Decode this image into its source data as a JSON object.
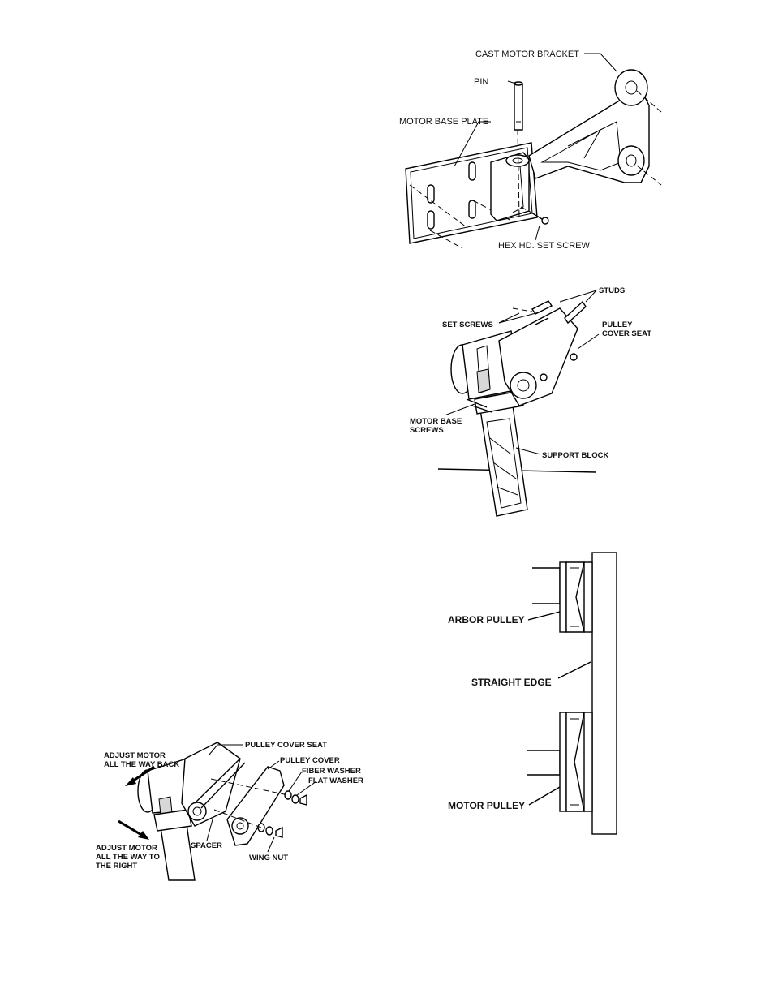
{
  "figure1": {
    "cast_motor_bracket": "CAST MOTOR BRACKET",
    "pin": "PIN",
    "motor_base_plate": "MOTOR BASE PLATE",
    "hex_hd_set_screw": "HEX HD. SET SCREW"
  },
  "figure2": {
    "studs": "STUDS",
    "set_screws": "SET SCREWS",
    "pulley_cover_seat_1": "PULLEY",
    "pulley_cover_seat_2": "COVER SEAT",
    "motor_base_screws_1": "MOTOR BASE",
    "motor_base_screws_2": "SCREWS",
    "support_block": "SUPPORT BLOCK"
  },
  "figure3": {
    "arbor_pulley": "ARBOR PULLEY",
    "straight_edge": "STRAIGHT EDGE",
    "motor_pulley": "MOTOR PULLEY"
  },
  "figure4": {
    "adjust_back_1": "ADJUST MOTOR",
    "adjust_back_2": "ALL THE WAY BACK",
    "pulley_cover_seat": "PULLEY COVER SEAT",
    "pulley_cover": "PULLEY COVER",
    "fiber_washer": "FIBER WASHER",
    "flat_washer": "FLAT WASHER",
    "spacer": "SPACER",
    "wing_nut": "WING NUT",
    "adjust_right_1": "ADJUST MOTOR",
    "adjust_right_2": "ALL THE WAY TO",
    "adjust_right_3": "THE RIGHT"
  }
}
